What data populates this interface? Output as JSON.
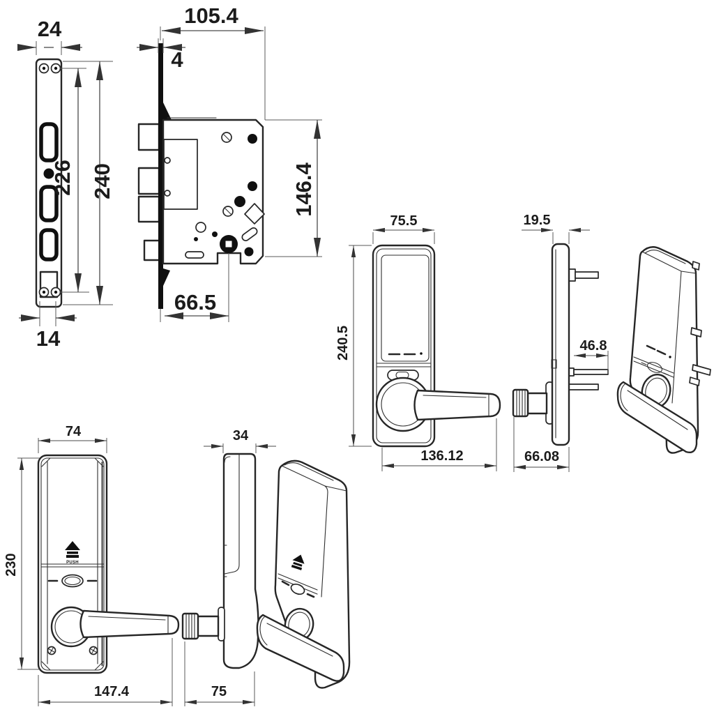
{
  "drawing": {
    "views": {
      "strike_plate_front": {
        "dims": {
          "width": "24",
          "cutout_span": "226",
          "height": "240",
          "screw_spacing": "14"
        }
      },
      "mortise_lock_case": {
        "dims": {
          "case_depth": "105.4",
          "faceplate_thickness": "4",
          "case_height": "146.4",
          "backset": "66.5"
        }
      },
      "exterior_unit_front": {
        "dims": {
          "width": "75.5",
          "height": "240.5",
          "width_with_handle": "136.12"
        }
      },
      "exterior_unit_side": {
        "dims": {
          "body_thickness": "19.5",
          "mounting_post_length": "46.8",
          "depth_with_handle": "66.08"
        }
      },
      "interior_unit_front": {
        "dims": {
          "width": "74",
          "height": "230",
          "width_with_handle": "147.4"
        },
        "labels": {
          "push": "PUSH"
        }
      },
      "interior_unit_side": {
        "dims": {
          "body_thickness": "34",
          "handle_depth": "75"
        }
      }
    },
    "colors": {
      "background": "#ffffff",
      "line": "#262626",
      "dim_line": "#4a4a4a",
      "text": "#1b1b1b"
    }
  }
}
